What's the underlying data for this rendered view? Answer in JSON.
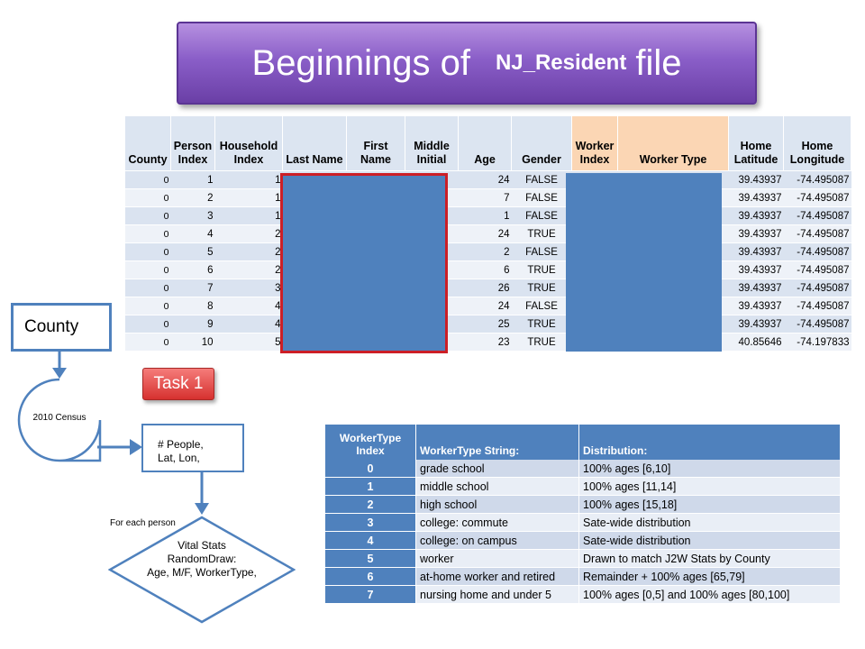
{
  "title": {
    "part1": "Beginnings of",
    "part2": "NJ_Resident",
    "part3": "file"
  },
  "resident_table": {
    "headers": [
      "County",
      "Person Index",
      "Household Index",
      "Last Name",
      "First Name",
      "Middle Initial",
      "Age",
      "Gender",
      "Worker Index",
      "Worker Type",
      "Home Latitude",
      "Home Longitude"
    ],
    "rows": [
      [
        "0",
        "1",
        "1",
        "",
        "",
        "",
        "24",
        "FALSE",
        "",
        "",
        "39.43937",
        "-74.495087"
      ],
      [
        "0",
        "2",
        "1",
        "",
        "",
        "",
        "7",
        "FALSE",
        "",
        "",
        "39.43937",
        "-74.495087"
      ],
      [
        "0",
        "3",
        "1",
        "",
        "",
        "",
        "1",
        "FALSE",
        "",
        "",
        "39.43937",
        "-74.495087"
      ],
      [
        "0",
        "4",
        "2",
        "",
        "",
        "",
        "24",
        "TRUE",
        "",
        "",
        "39.43937",
        "-74.495087"
      ],
      [
        "0",
        "5",
        "2",
        "",
        "",
        "",
        "2",
        "FALSE",
        "",
        "",
        "39.43937",
        "-74.495087"
      ],
      [
        "0",
        "6",
        "2",
        "",
        "",
        "",
        "6",
        "TRUE",
        "",
        "",
        "39.43937",
        "-74.495087"
      ],
      [
        "0",
        "7",
        "3",
        "",
        "",
        "",
        "26",
        "TRUE",
        "",
        "",
        "39.43937",
        "-74.495087"
      ],
      [
        "0",
        "8",
        "4",
        "",
        "",
        "",
        "24",
        "FALSE",
        "",
        "",
        "39.43937",
        "-74.495087"
      ],
      [
        "0",
        "9",
        "4",
        "",
        "",
        "",
        "25",
        "TRUE",
        "",
        "",
        "39.43937",
        "-74.495087"
      ],
      [
        "0",
        "10",
        "5",
        "",
        "",
        "",
        "23",
        "TRUE",
        "",
        "",
        "40.85646",
        "-74.197833"
      ]
    ]
  },
  "flow": {
    "county": "County",
    "census": "2010 Census",
    "task": "Task 1",
    "people_line1": "# People,",
    "people_line2": "Lat, Lon,",
    "for_each": "For each person",
    "vital_line1": "Vital Stats",
    "vital_line2": "RandomDraw:",
    "vital_line3": "Age, M/F, WorkerType,"
  },
  "worker_table": {
    "headers": [
      "WorkerType Index",
      "WorkerType String:",
      "Distribution:"
    ],
    "rows": [
      [
        "0",
        "grade school",
        "100% ages [6,10]"
      ],
      [
        "1",
        "middle school",
        "100% ages [11,14]"
      ],
      [
        "2",
        "high school",
        "100% ages [15,18]"
      ],
      [
        "3",
        "college: commute",
        "Sate-wide distribution"
      ],
      [
        "4",
        "college: on campus",
        "Sate-wide distribution"
      ],
      [
        "5",
        "worker",
        "Drawn to match  J2W Stats by County"
      ],
      [
        "6",
        "at-home worker and retired",
        "Remainder + 100% ages [65,79]"
      ],
      [
        "7",
        "nursing home and under 5",
        "100% ages [0,5] and 100% ages [80,100]"
      ]
    ]
  },
  "colors": {
    "accent_blue": "#4f81bd",
    "title_purple": "#8a5ec8",
    "task_red": "#d6312f",
    "redaction_border": "#cc1f26"
  }
}
